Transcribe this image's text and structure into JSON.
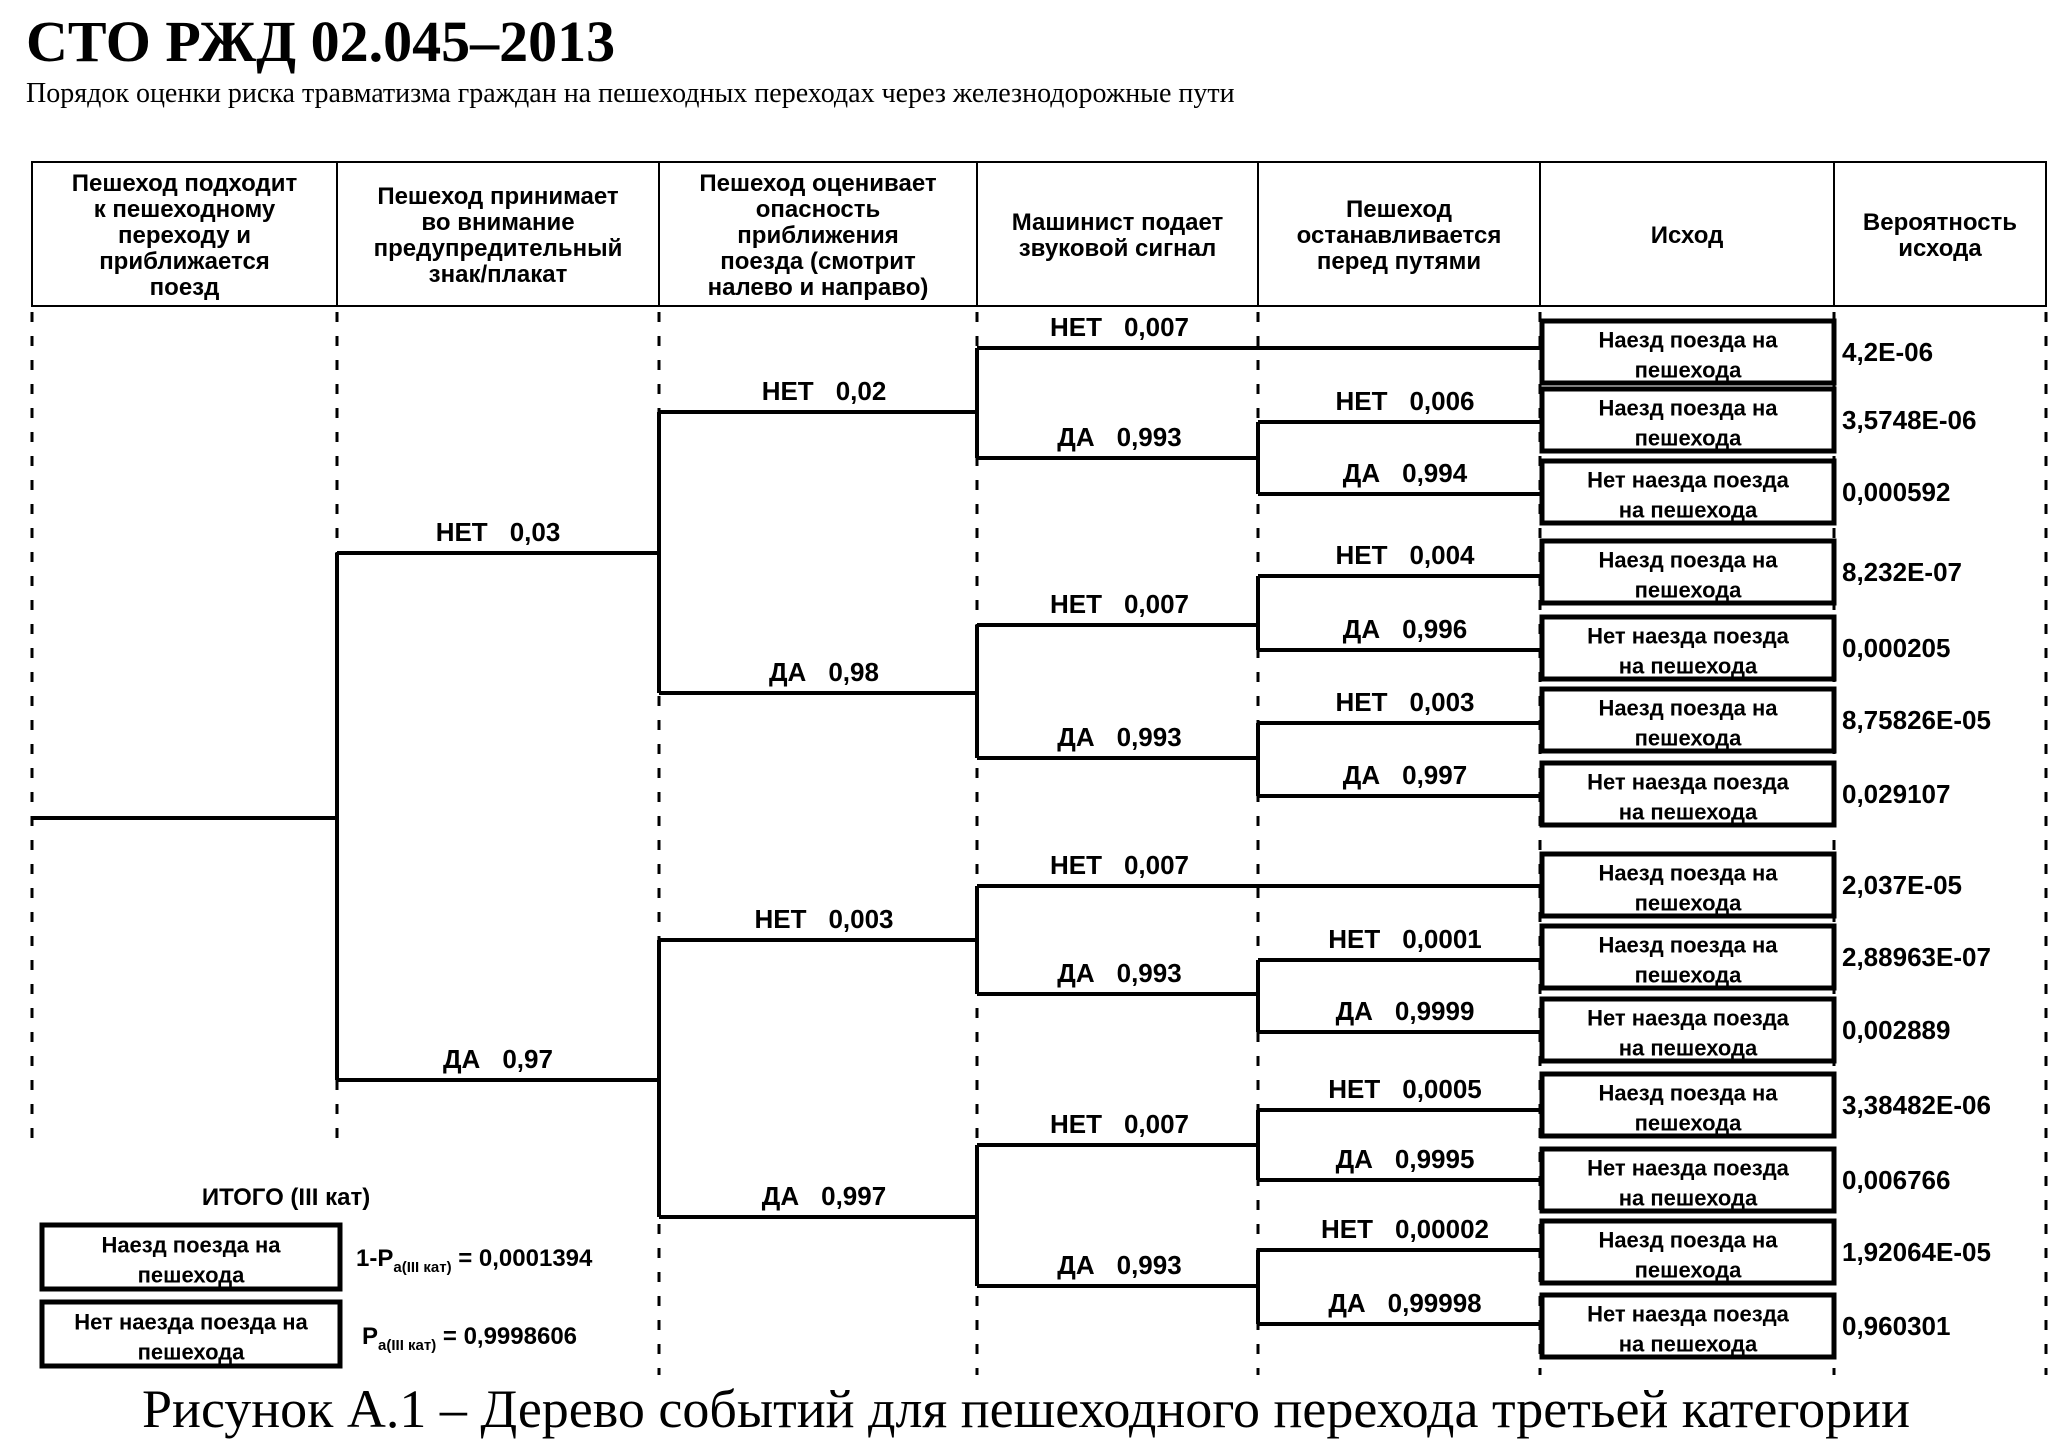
{
  "document": {
    "code": "СТО РЖД 02.045–2013",
    "subtitle": "Порядок оценки риска травматизма граждан на пешеходных переходах через железнодорожные пути",
    "caption": "Рисунок А.1 – Дерево событий для пешеходного перехода третьей категории"
  },
  "columns": [
    [
      "Пешеход подходит",
      "к пешеходному",
      "переходу и",
      "приближается",
      "поезд"
    ],
    [
      "Пешеход принимает",
      "во внимание",
      "предупредительный",
      "знак/плакат"
    ],
    [
      "Пешеход оценивает",
      "опасность",
      "приближения",
      "поезда (смотрит",
      "налево и направо)"
    ],
    [
      "Машинист подает",
      "звуковой сигнал"
    ],
    [
      "Пешеход",
      "останавливается",
      "перед путями"
    ],
    [
      "Исход"
    ],
    [
      "Вероятность",
      "исхода"
    ]
  ],
  "outcome_types": {
    "hit": [
      "Наезд поезда на",
      "пешехода"
    ],
    "no_hit": [
      "Нет наезда поезда",
      "на пешехода"
    ]
  },
  "branches": {
    "sign": [
      {
        "answer": "НЕТ",
        "p": "0,03"
      },
      {
        "answer": "ДА",
        "p": "0,97"
      }
    ],
    "look": [
      {
        "answer": "НЕТ",
        "p": "0,02"
      },
      {
        "answer": "ДА",
        "p": "0,98"
      },
      {
        "answer": "НЕТ",
        "p": "0,003"
      },
      {
        "answer": "ДА",
        "p": "0,997"
      }
    ],
    "horn": [
      {
        "answer": "НЕТ",
        "p": "0,007"
      },
      {
        "answer": "ДА",
        "p": "0,993"
      },
      {
        "answer": "НЕТ",
        "p": "0,007"
      },
      {
        "answer": "ДА",
        "p": "0,993"
      },
      {
        "answer": "НЕТ",
        "p": "0,007"
      },
      {
        "answer": "ДА",
        "p": "0,993"
      },
      {
        "answer": "НЕТ",
        "p": "0,007"
      },
      {
        "answer": "ДА",
        "p": "0,993"
      }
    ],
    "stop": [
      {
        "answer": "НЕТ",
        "p": "0,006"
      },
      {
        "answer": "ДА",
        "p": "0,994"
      },
      {
        "answer": "НЕТ",
        "p": "0,004"
      },
      {
        "answer": "ДА",
        "p": "0,996"
      },
      {
        "answer": "НЕТ",
        "p": "0,003"
      },
      {
        "answer": "ДА",
        "p": "0,997"
      },
      {
        "answer": "НЕТ",
        "p": "0,0001"
      },
      {
        "answer": "ДА",
        "p": "0,9999"
      },
      {
        "answer": "НЕТ",
        "p": "0,0005"
      },
      {
        "answer": "ДА",
        "p": "0,9995"
      },
      {
        "answer": "НЕТ",
        "p": "0,00002"
      },
      {
        "answer": "ДА",
        "p": "0,99998"
      }
    ]
  },
  "outcomes": [
    {
      "type": "hit",
      "probability": "4,2E-06"
    },
    {
      "type": "hit",
      "probability": "3,5748E-06"
    },
    {
      "type": "no_hit",
      "probability": "0,000592"
    },
    {
      "type": "hit",
      "probability": "8,232E-07"
    },
    {
      "type": "no_hit",
      "probability": "0,000205"
    },
    {
      "type": "hit",
      "probability": "8,75826E-05"
    },
    {
      "type": "no_hit",
      "probability": "0,029107"
    },
    {
      "type": "hit",
      "probability": "2,037E-05"
    },
    {
      "type": "hit",
      "probability": "2,88963E-07"
    },
    {
      "type": "no_hit",
      "probability": "0,002889"
    },
    {
      "type": "hit",
      "probability": "3,38482E-06"
    },
    {
      "type": "no_hit",
      "probability": "0,006766"
    },
    {
      "type": "hit",
      "probability": "1,92064E-05"
    },
    {
      "type": "no_hit",
      "probability": "0,960301"
    }
  ],
  "totals": {
    "title": "ИТОГО (III кат)",
    "hit_label": [
      "Наезд поезда на",
      "пешехода"
    ],
    "no_hit_label": [
      "Нет наезда поезда на",
      "пешехода"
    ],
    "hit_formula": {
      "prefix": "1-P",
      "sub": "a(III кат)",
      "value": " = 0,0001394"
    },
    "no_hit_formula": {
      "prefix": "P",
      "sub": "a(III кат)",
      "value": " = 0,9998606"
    }
  }
}
